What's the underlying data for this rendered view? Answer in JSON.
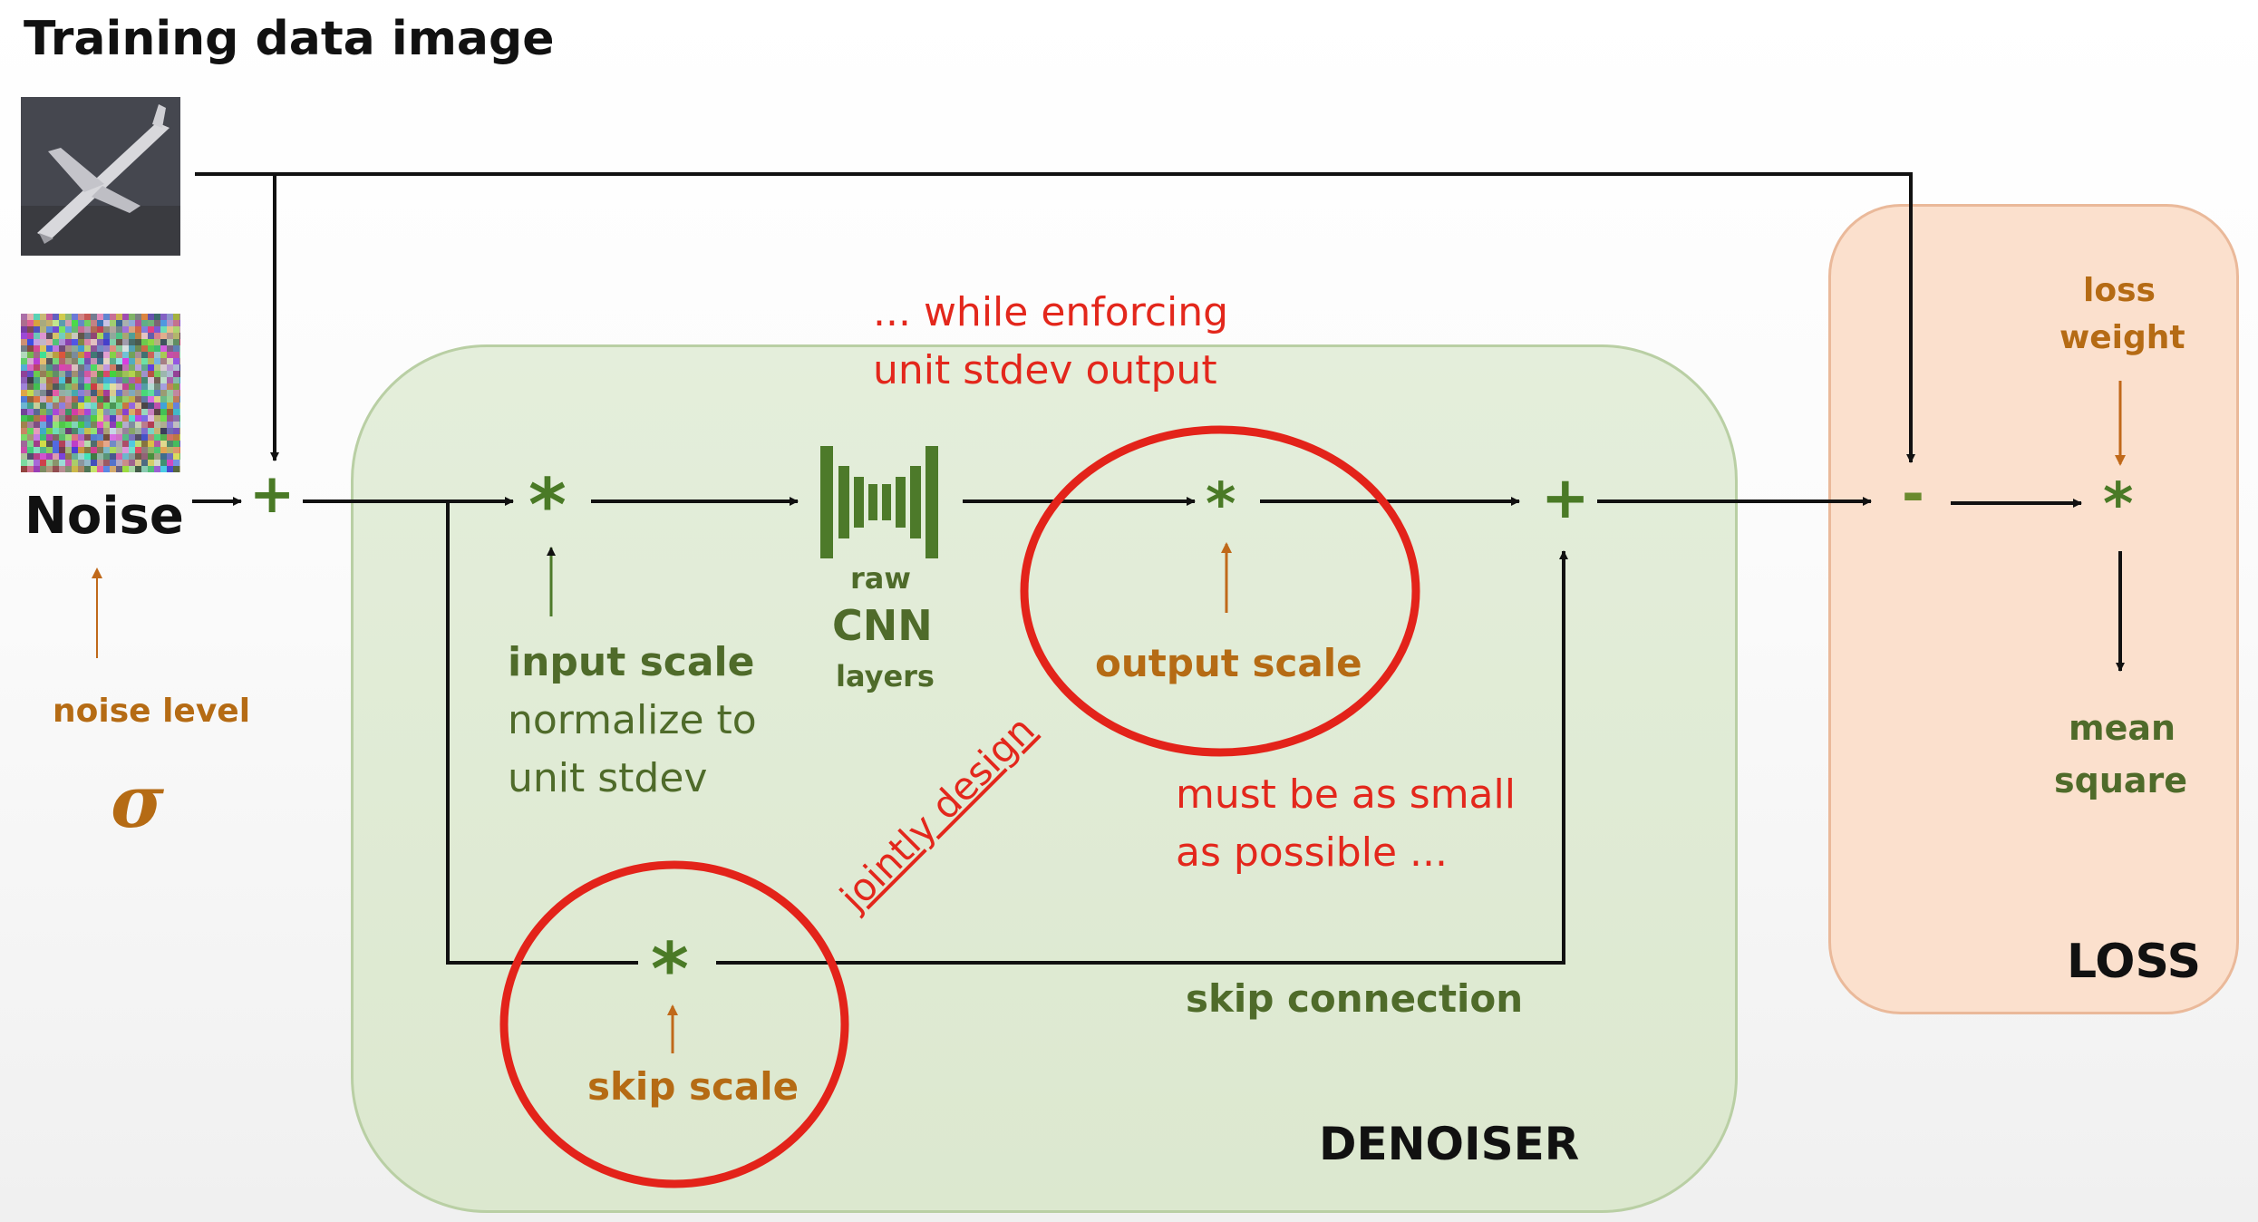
{
  "titles": {
    "training_image": "Training data image",
    "noise": "Noise",
    "noise_level": "noise level",
    "sigma": "σ"
  },
  "denoiser": {
    "label": "DENOISER",
    "input_scale": "input scale",
    "normalize_line1": "normalize to",
    "normalize_line2": "unit stdev",
    "cnn_raw": "raw",
    "cnn_main": "CNN",
    "cnn_layers": "layers",
    "output_scale": "output scale",
    "skip_scale": "skip scale",
    "skip_connection": "skip connection",
    "multiply_symbol": "*",
    "add_symbol": "+"
  },
  "annotations": {
    "enforcing_line1": "... while enforcing",
    "enforcing_line2": "unit stdev output",
    "small_line1": "must be as small",
    "small_line2": "as possible ...",
    "jointly_design": "jointly design"
  },
  "loss": {
    "label": "LOSS",
    "loss_weight_line1": "loss",
    "loss_weight_line2": "weight",
    "mean_line1": "mean",
    "mean_line2": "square",
    "minus_symbol": "-",
    "multiply_symbol": "*"
  },
  "noise_sum_symbol": "+",
  "colors": {
    "green_text": "#4f6b2a",
    "brown_text": "#b56b14",
    "red_annotation": "#e3271c",
    "denoiser_fill": "#dce8cf",
    "loss_fill": "#fbe0cd"
  },
  "icons": [
    "airplane-image",
    "noise-image",
    "cnn-icon",
    "arrow",
    "red-circle"
  ]
}
